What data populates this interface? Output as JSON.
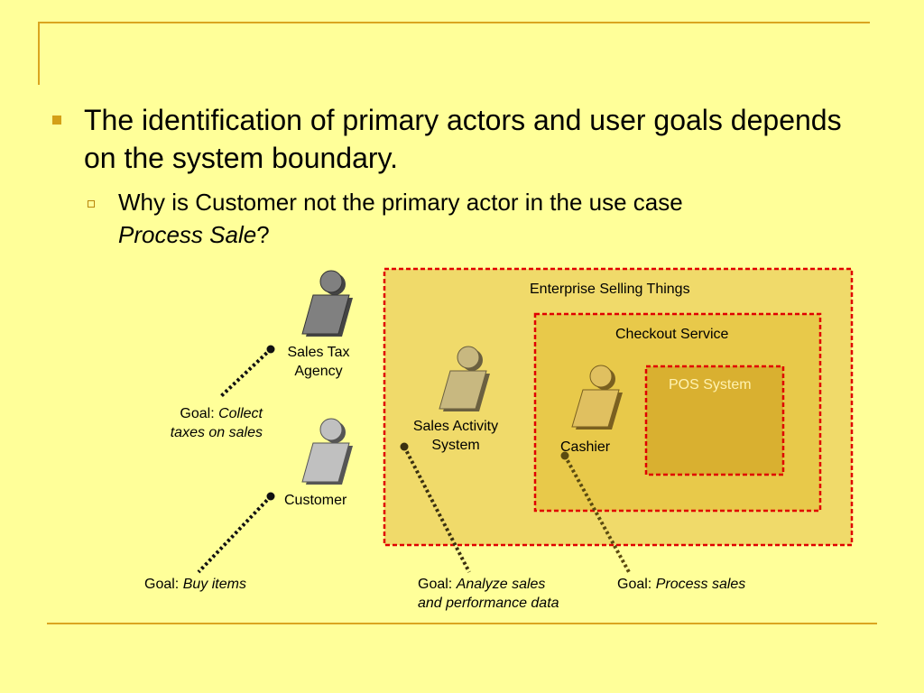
{
  "slide": {
    "bullet_text": "The identification of primary actors and user goals depends on the system boundary.",
    "sub_bullet_text": "Why is Customer not the primary actor in the use case",
    "sub_bullet_italic": "Process Sale",
    "sub_bullet_suffix": "?"
  },
  "diagram": {
    "boundaries": {
      "enterprise": "Enterprise Selling Things",
      "checkout": "Checkout Service",
      "pos": "POS System"
    },
    "actors": {
      "sales_tax_agency": {
        "line1": "Sales Tax",
        "line2": "Agency"
      },
      "customer": "Customer",
      "sales_activity_system": {
        "line1": "Sales Activity",
        "line2": "System"
      },
      "cashier": "Cashier"
    },
    "goals": {
      "prefix": "Goal:",
      "collect_line1": "Collect",
      "collect_line2": "taxes on sales",
      "buy": "Buy items",
      "analyze_line1": "Analyze sales",
      "analyze_line2": "and performance data",
      "process": "Process sales"
    }
  },
  "colors": {
    "background": "#FFFF99",
    "accent_rule": "#DAA520",
    "dashed_boundary": "#E00000",
    "enterprise_fill": "#F0DA6A",
    "checkout_fill": "#E8C94A",
    "pos_fill": "#D9B030"
  }
}
